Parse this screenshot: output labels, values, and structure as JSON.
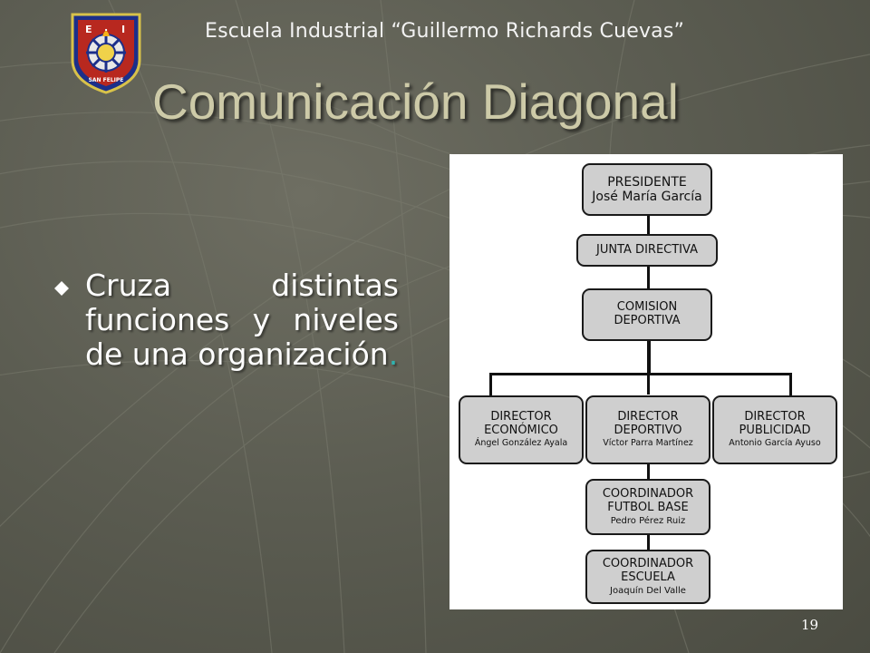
{
  "slide": {
    "school_name": "Escuela Industrial “Guillermo Richards Cuevas”",
    "title": "Comunicación Diagonal",
    "page_number": "19",
    "logo": {
      "top_letters": [
        "E",
        ".",
        "I"
      ],
      "bottom_text": "SAN FELIPE"
    },
    "bullet": {
      "text_main": "Cruza distintas funciones y niveles de una organización",
      "text_end": "."
    }
  },
  "org_chart": {
    "president": {
      "line1": "PRESIDENTE",
      "line2": "José María García"
    },
    "board": {
      "line1": "JUNTA DIRECTIVA"
    },
    "commission": {
      "line1": "COMISION",
      "line2": "DEPORTIVA"
    },
    "director_econ": {
      "line1": "DIRECTOR",
      "line2": "ECONÓMICO",
      "line3": "Ángel González Ayala"
    },
    "director_sport": {
      "line1": "DIRECTOR",
      "line2": "DEPORTIVO",
      "line3": "Víctor Parra Martínez"
    },
    "director_pub": {
      "line1": "DIRECTOR",
      "line2": "PUBLICIDAD",
      "line3": "Antonio García Ayuso"
    },
    "coord_football": {
      "line1": "COORDINADOR",
      "line2": "FUTBOL BASE",
      "line3": "Pedro Pérez Ruiz"
    },
    "coord_school": {
      "line1": "COORDINADOR",
      "line2": "ESCUELA",
      "line3": "Joaquín Del Valle"
    }
  },
  "colors": {
    "background": "#5c5d52",
    "title": "#cdcaa8",
    "bullet_text": "#ffffff",
    "accent_dot": "#2fb3b0",
    "org_box_fill": "#cfcfcf"
  }
}
